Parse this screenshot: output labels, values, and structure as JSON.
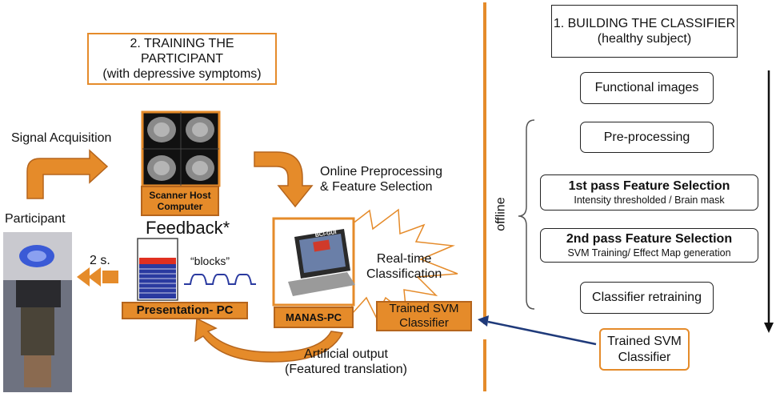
{
  "right": {
    "title_line1": "1. BUILDING THE CLASSIFIER",
    "title_line2": "(healthy subject)",
    "steps": {
      "functional_images": "Functional images",
      "preprocessing": "Pre-processing",
      "first_pass_title": "1st pass Feature Selection",
      "first_pass_sub": "Intensity thresholded / Brain mask",
      "second_pass_title": "2nd pass Feature Selection",
      "second_pass_sub": "SVM Training/ Effect Map generation",
      "retraining": "Classifier retraining"
    },
    "offline": "offline",
    "trained_svm_line1": "Trained SVM",
    "trained_svm_line2": "Classifier"
  },
  "left": {
    "title_line1": "2. TRAINING THE PARTICIPANT",
    "title_line2": "(with depressive symptoms)",
    "signal_acquisition": "Signal Acquisition",
    "participant": "Participant",
    "scanner_line1": "Scanner Host",
    "scanner_line2": "Computer",
    "online_line1": "Online Preprocessing",
    "online_line2": "& Feature Selection",
    "feedback": "Feedback*",
    "blocks": "“blocks”",
    "two_s": "2 s.",
    "presentation_pc": "Presentation- PC",
    "manas_pc": "MANAS-PC",
    "bci_gui": "BCI-GUI",
    "realtime_line1": "Real-time",
    "realtime_line2": "Classification",
    "trained_svm_line1": "Trained SVM",
    "trained_svm_line2": "Classifier",
    "artificial_line1": "Artificial output",
    "artificial_line2": "(Featured translation)"
  },
  "colors": {
    "orange": "#e58b2a",
    "orange_dark": "#b5651d",
    "navy": "#1f3a7a",
    "red": "#e03020",
    "blue": "#2a3aa0"
  }
}
